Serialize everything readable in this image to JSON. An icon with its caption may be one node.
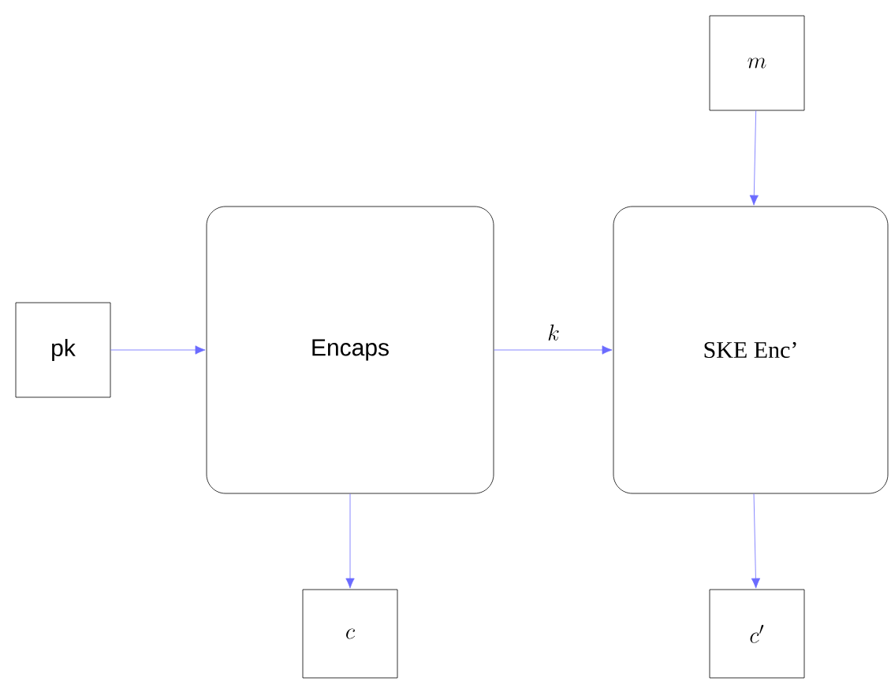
{
  "diagram": {
    "nodes": [
      {
        "text": [
          "pk"
        ]
      },
      {
        "text": [
          "Encaps"
        ]
      },
      {
        "text": [
          "m"
        ]
      },
      {
        "text": [
          "SKE Enc’"
        ]
      },
      {
        "text": [
          "c"
        ]
      },
      {
        "text": [
          "c'"
        ]
      }
    ],
    "edges": [
      {
        "from": 0,
        "to": 1,
        "arrow": "to",
        "color": "#6b6bff"
      },
      {
        "from": 1,
        "to": 3,
        "arrow": "to",
        "label": "k",
        "color": "#6b6bff"
      },
      {
        "from": 2,
        "to": 3,
        "arrow": "to",
        "color": "#6b6bff"
      },
      {
        "from": 1,
        "to": 4,
        "arrow": "to",
        "color": "#6b6bff"
      },
      {
        "from": 3,
        "to": 5,
        "arrow": "to",
        "color": "#6b6bff"
      }
    ]
  }
}
